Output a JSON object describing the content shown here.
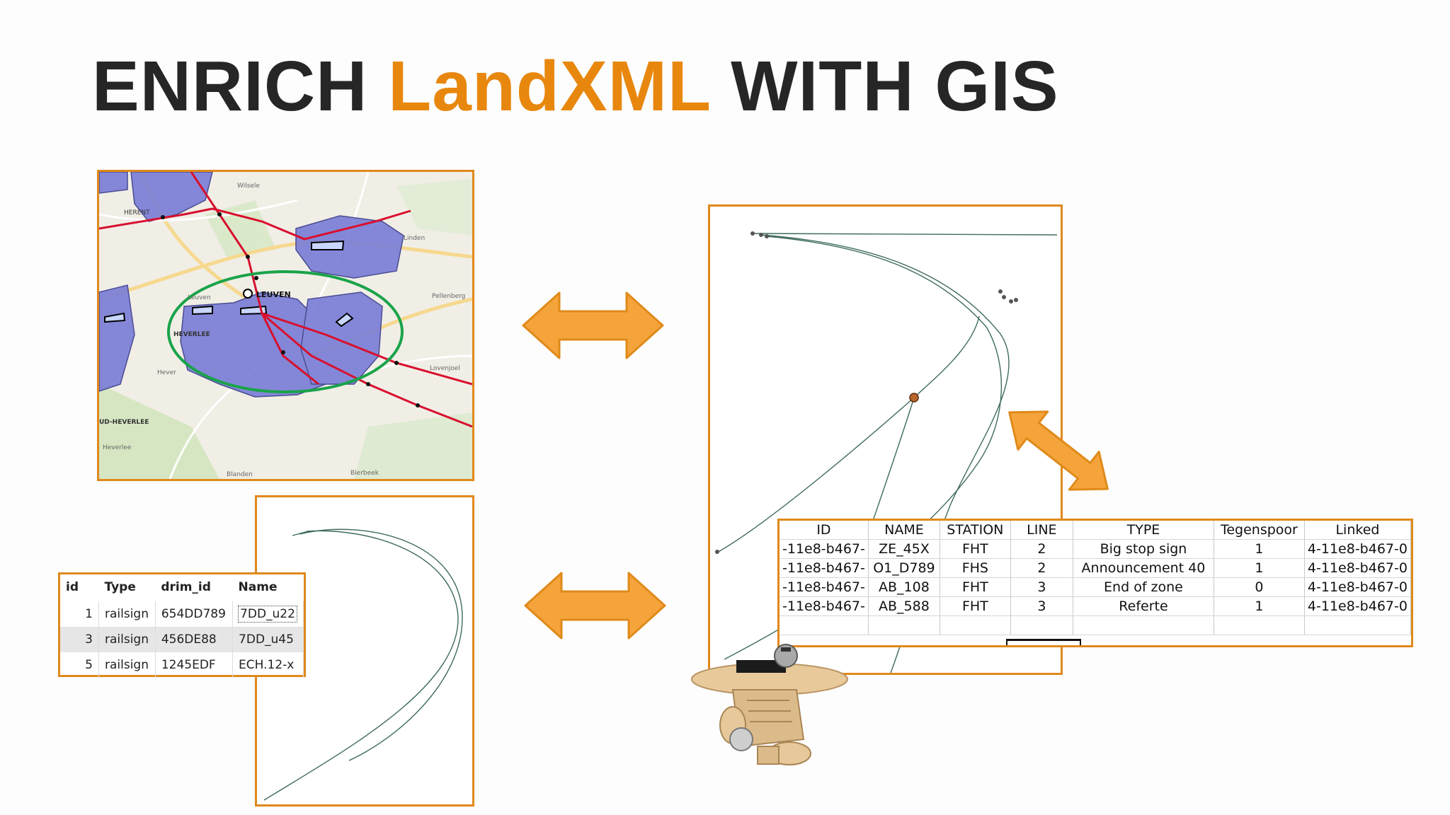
{
  "slide": {
    "title_part1": "ENRICH ",
    "title_accent": "LandXML",
    "title_part2": " WITH GIS"
  },
  "colors": {
    "accent": "#e8870e",
    "frame": "#e0891c",
    "title": "#262626",
    "zone": "#7b7fd6",
    "ellipse": "#1aa34a",
    "rail": "#d8102e"
  },
  "map": {
    "labels": {
      "leuven": "LEUVEN",
      "heverlee": "HEVERLEE",
      "herent": "HERENT",
      "oud_heverlee": "UD-HEVERLEE",
      "wilsele": "Wilsele",
      "linden": "Linden",
      "pellenberg": "Pellenberg",
      "bierbeek": "Bierbeek",
      "blanden": "Blanden",
      "leuven_small": "Leuven",
      "lovenjoel": "Lovenjoel",
      "heverlee_small": "Hever",
      "oud_heverlee_small": "Heverlee"
    }
  },
  "attribute_table": {
    "headers": [
      "id",
      "Type",
      "drim_id",
      "Name"
    ],
    "rows": [
      {
        "id": "1",
        "type": "railsign",
        "drim_id": "654DD789",
        "name": "7DD_u22"
      },
      {
        "id": "3",
        "type": "railsign",
        "drim_id": "456DE88",
        "name": "7DD_u45"
      },
      {
        "id": "5",
        "type": "railsign",
        "drim_id": "1245EDF",
        "name": "ECH.12-x"
      }
    ]
  },
  "excel_table": {
    "headers": [
      "ID",
      "NAME",
      "STATION",
      "LINE",
      "TYPE",
      "Tegenspoor",
      "Linked"
    ],
    "rows": [
      {
        "id": "-11e8-b467-",
        "name": "ZE_45X",
        "station": "FHT",
        "line": "2",
        "type": "Big stop sign",
        "tegenspoor": "1",
        "linked": "4-11e8-b467-0"
      },
      {
        "id": "-11e8-b467-",
        "name": "O1_D789",
        "station": "FHS",
        "line": "2",
        "type": "Announcement 40",
        "tegenspoor": "1",
        "linked": "4-11e8-b467-0"
      },
      {
        "id": "-11e8-b467-",
        "name": "AB_108",
        "station": "FHT",
        "line": "3",
        "type": "End of zone",
        "tegenspoor": "0",
        "linked": "4-11e8-b467-0"
      },
      {
        "id": "-11e8-b467-",
        "name": "AB_588",
        "station": "FHT",
        "line": "3",
        "type": "Referte",
        "tegenspoor": "1",
        "linked": "4-11e8-b467-0"
      }
    ]
  },
  "icons": {
    "arrow_top": "double-arrow-horizontal-icon",
    "arrow_bottom": "double-arrow-horizontal-icon",
    "arrow_diag": "double-arrow-diagonal-icon",
    "mascot": "wooden-plane-robot-icon"
  }
}
